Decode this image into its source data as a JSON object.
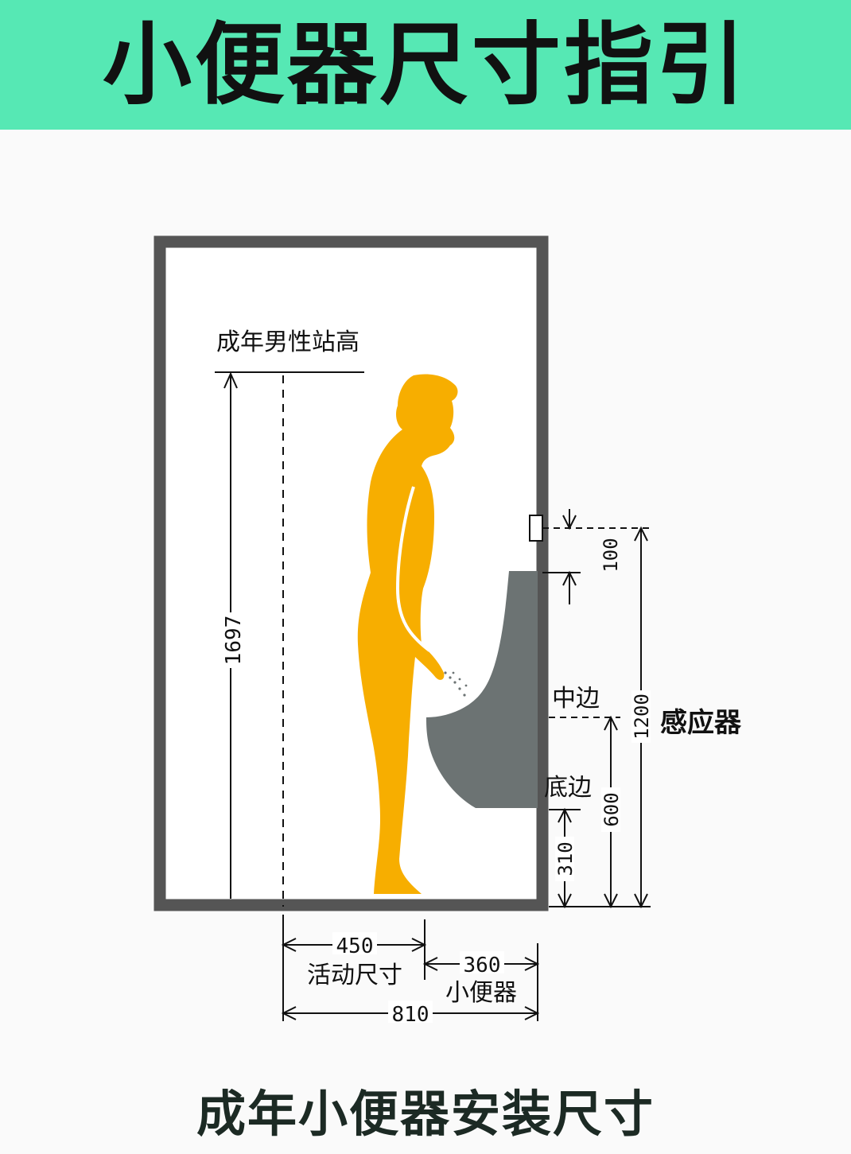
{
  "header": {
    "title": "小便器尺寸指引"
  },
  "labels": {
    "standing_height": "成年男性站高",
    "middle_edge": "中边",
    "bottom_edge": "底边",
    "sensor": "感应器",
    "activity_size": "活动尺寸",
    "urinal": "小便器"
  },
  "dimensions": {
    "height_1697": "1697",
    "sensor_gap_100": "100",
    "sensor_1200": "1200",
    "middle_600": "600",
    "bottom_310": "310",
    "activity_450": "450",
    "urinal_360": "360",
    "total_810": "810"
  },
  "caption": "成年小便器安装尺寸",
  "colors": {
    "header_bg": "#56e8b4",
    "figure": "#f7ae00",
    "urinal": "#6c7373",
    "wall_frame": "#555555"
  }
}
